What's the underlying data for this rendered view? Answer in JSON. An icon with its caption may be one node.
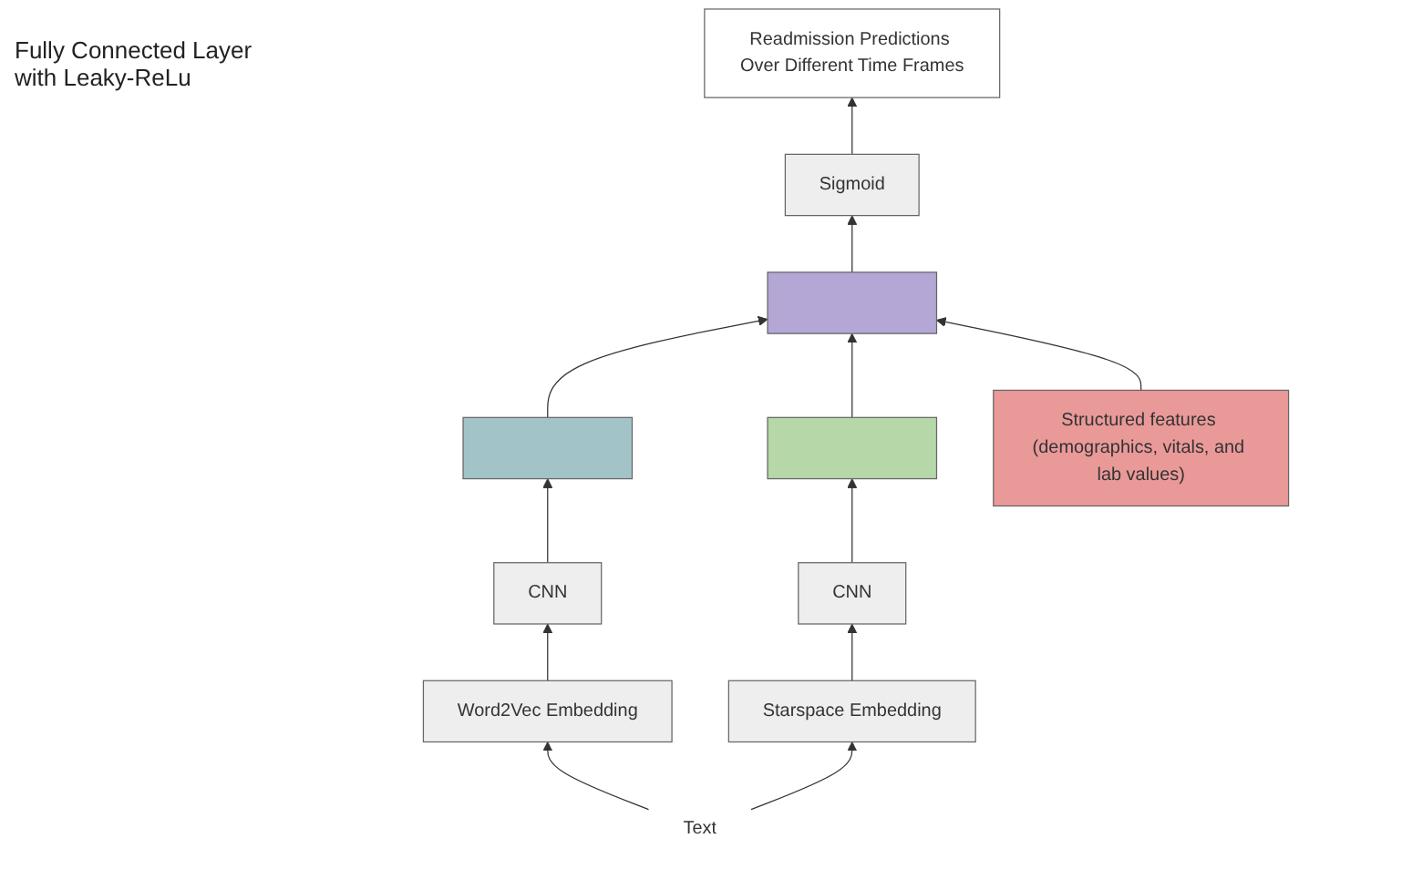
{
  "diagram": {
    "nodes": [
      {
        "text": [
          "Readmission Predictions Over Different Time Frames"
        ]
      },
      {
        "text": [
          "Sigmoid"
        ]
      },
      {
        "text": [],
        "shape": "bar"
      },
      {
        "text": [],
        "shape": "bar"
      },
      {
        "text": [],
        "shape": "bar"
      },
      {
        "text": [
          "Structured features (demographics, vitals, and lab values)"
        ]
      },
      {
        "text": [
          "CNN"
        ]
      },
      {
        "text": [
          "CNN"
        ]
      },
      {
        "text": [
          "Word2Vec Embedding"
        ]
      },
      {
        "text": [
          "Starspace Embedding"
        ]
      },
      {
        "text": [
          "Text"
        ]
      }
    ],
    "edges": [
      {
        "from": 10,
        "to": 8,
        "arrow": "to"
      },
      {
        "from": 10,
        "to": 9,
        "arrow": "to"
      },
      {
        "from": 8,
        "to": 6,
        "arrow": "to"
      },
      {
        "from": 9,
        "to": 7,
        "arrow": "to"
      },
      {
        "from": 6,
        "to": 3,
        "arrow": "to"
      },
      {
        "from": 7,
        "to": 4,
        "arrow": "to"
      },
      {
        "from": 3,
        "to": 2,
        "arrow": "to"
      },
      {
        "from": 4,
        "to": 2,
        "arrow": "to"
      },
      {
        "from": 5,
        "to": 2,
        "arrow": "to"
      },
      {
        "from": 2,
        "to": 1,
        "arrow": "to"
      },
      {
        "from": 1,
        "to": 0,
        "arrow": "to"
      }
    ],
    "labels": [
      "Fully Connected Layer with Leaky-ReLu"
    ]
  }
}
